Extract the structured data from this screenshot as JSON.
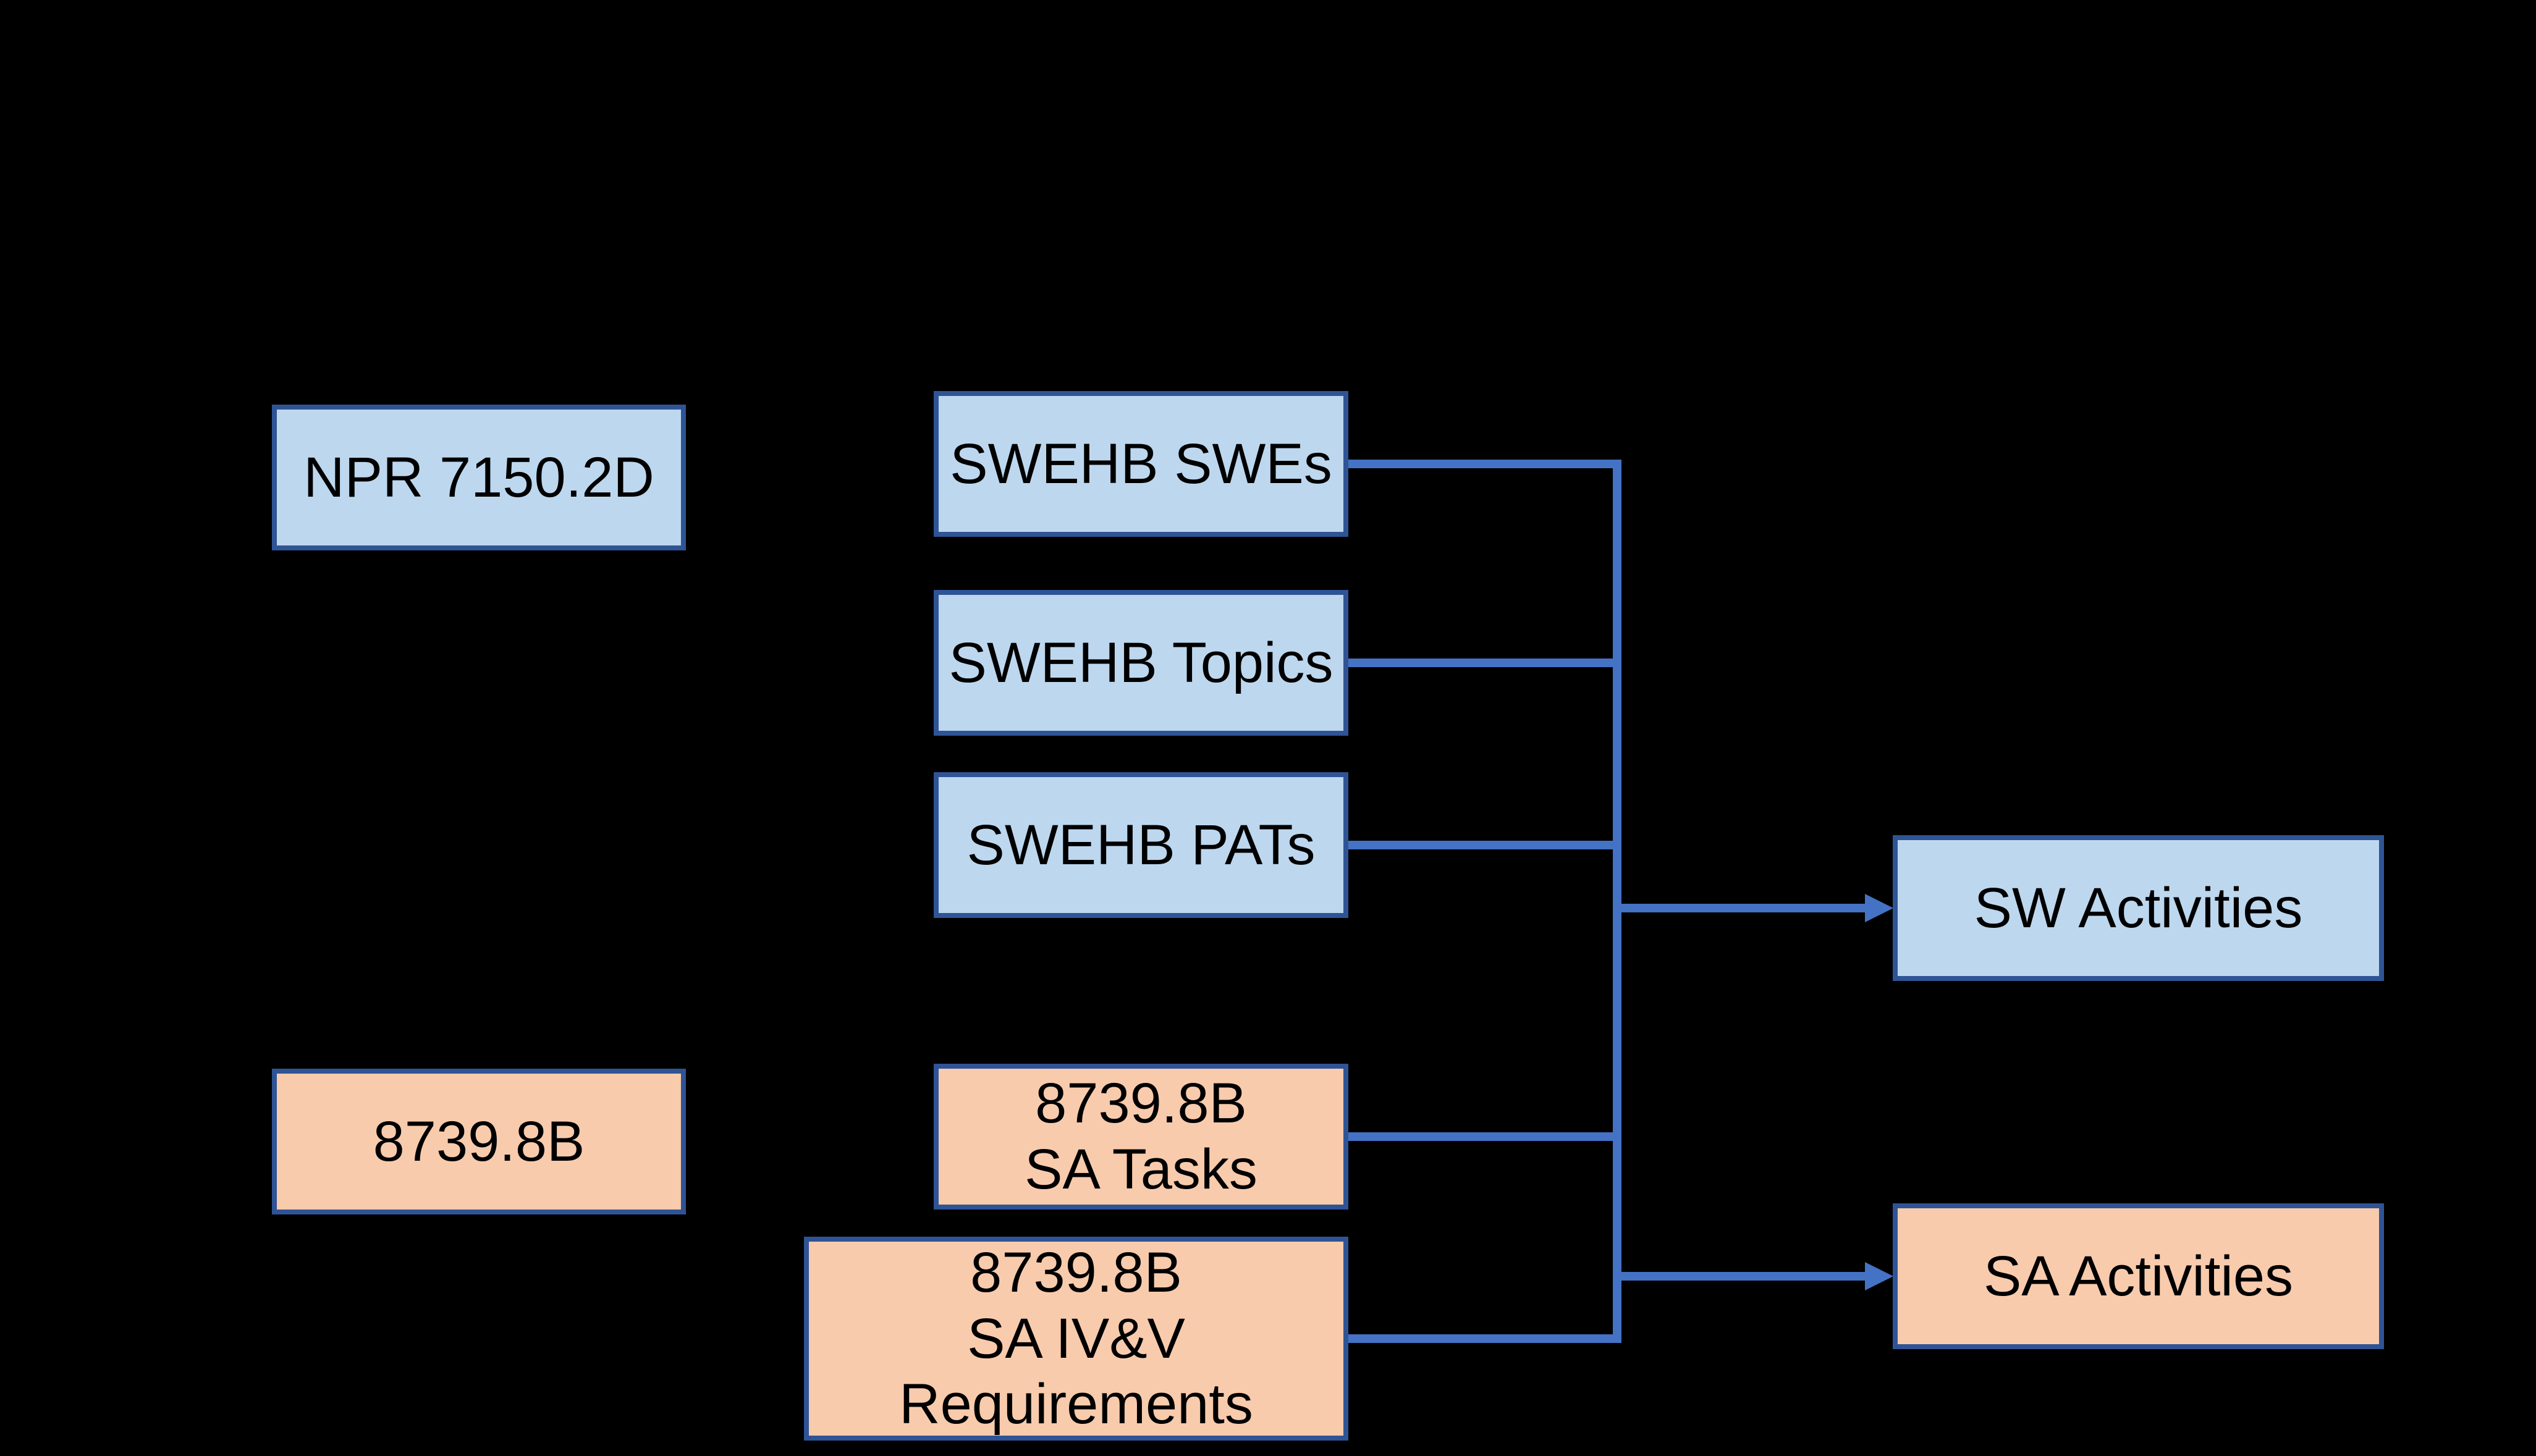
{
  "diagram": {
    "description": "Flow diagram mapping NPR 7150.2D and 8739.8B source documents through SWEHB/SA requirement sets to SW and SA activities",
    "boxes": {
      "npr": {
        "label": "NPR 7150.2D",
        "color_role": "blue"
      },
      "swes": {
        "label": "SWEHB SWEs",
        "color_role": "blue"
      },
      "topics": {
        "label": "SWEHB Topics",
        "color_role": "blue"
      },
      "pats": {
        "label": "SWEHB PATs",
        "color_role": "blue"
      },
      "b8739": {
        "label": "8739.8B",
        "color_role": "orange"
      },
      "sa_tasks": {
        "lines": [
          "8739.8B",
          "SA Tasks"
        ],
        "color_role": "orange"
      },
      "ivv": {
        "lines": [
          "8739.8B",
          "SA IV&V",
          "Requirements"
        ],
        "color_role": "orange"
      },
      "sw_activities": {
        "label": "SW Activities",
        "color_role": "blue"
      },
      "sa_activities": {
        "label": "SA Activities",
        "color_role": "orange"
      }
    },
    "edges": [
      {
        "from": "swes",
        "to": "trunk",
        "type": "line"
      },
      {
        "from": "topics",
        "to": "trunk",
        "type": "line"
      },
      {
        "from": "pats",
        "to": "trunk",
        "type": "line"
      },
      {
        "from": "sa_tasks",
        "to": "trunk",
        "type": "line"
      },
      {
        "from": "ivv",
        "to": "trunk",
        "type": "line"
      },
      {
        "from": "trunk",
        "to": "sw_activities",
        "type": "arrow"
      },
      {
        "from": "trunk",
        "to": "sa_activities",
        "type": "arrow"
      }
    ]
  },
  "colors": {
    "background": "#000000",
    "blue_fill": "#BDD7EE",
    "orange_fill": "#F8CBAD",
    "box_border": "#2F5496",
    "connector": "#4472C4",
    "text": "#000000"
  }
}
